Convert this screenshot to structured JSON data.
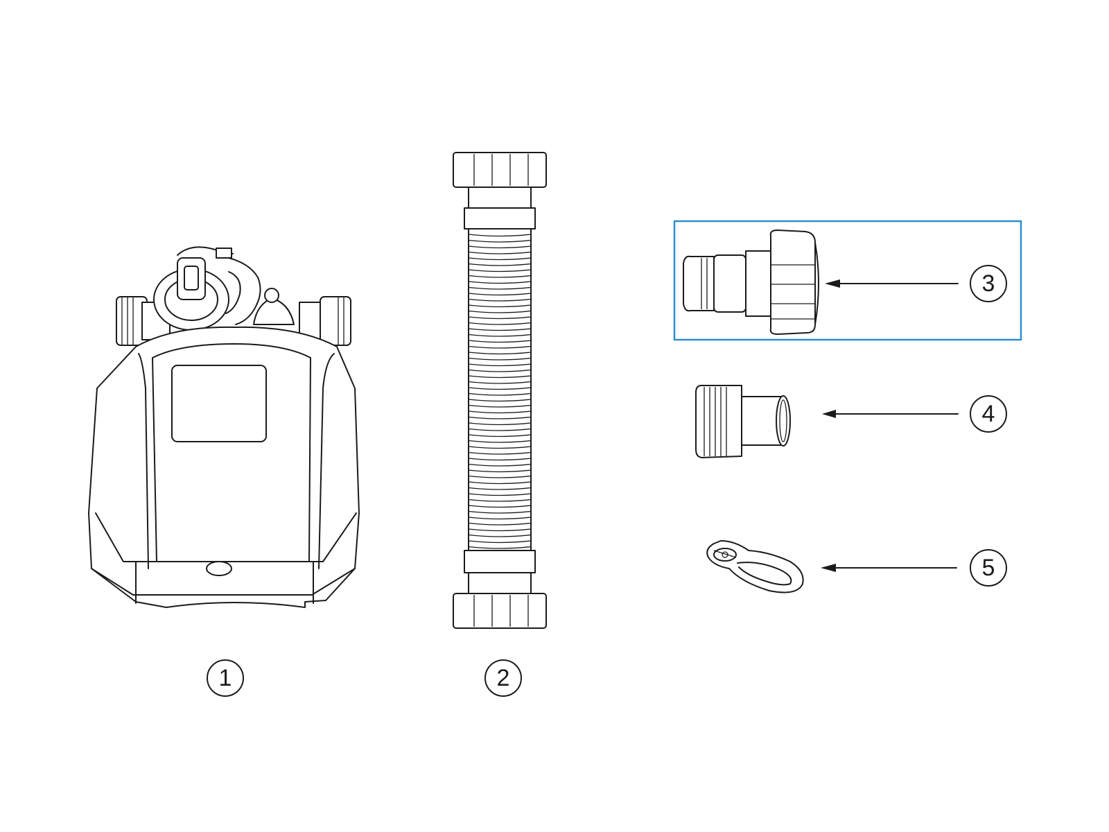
{
  "colors": {
    "line": "#1a1a1a",
    "highlight": "#2b8fcf",
    "background": "#ffffff"
  },
  "parts": [
    {
      "number": "1",
      "icon": "pump-unit-icon"
    },
    {
      "number": "2",
      "icon": "flexible-hose-icon"
    },
    {
      "number": "3",
      "icon": "hose-adapter-with-nut-icon",
      "highlighted": true
    },
    {
      "number": "4",
      "icon": "threaded-adapter-icon"
    },
    {
      "number": "5",
      "icon": "hose-clamp-icon"
    }
  ]
}
